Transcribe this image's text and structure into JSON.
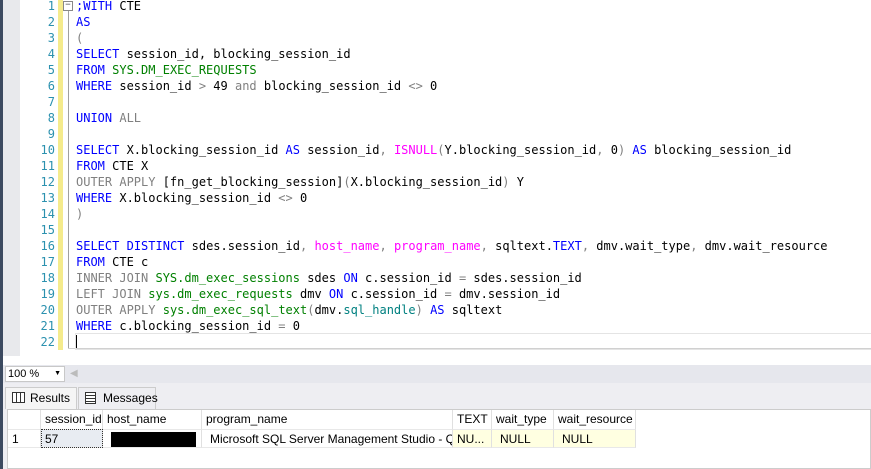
{
  "editor": {
    "lines": [
      [
        [
          "",
          ""
        ],
        [
          ";WITH",
          "kw"
        ],
        [
          " CTE",
          ""
        ]
      ],
      [
        [
          "AS",
          "kw"
        ]
      ],
      [
        [
          "(",
          "gr"
        ]
      ],
      [
        [
          "SELECT",
          "kw"
        ],
        [
          " session_id, blocking_session_id",
          ""
        ]
      ],
      [
        [
          "FROM",
          "kw"
        ],
        [
          " ",
          ""
        ],
        [
          "SYS.DM_EXEC_REQUESTS",
          "sys"
        ]
      ],
      [
        [
          "WHERE",
          "kw"
        ],
        [
          " session_id ",
          ""
        ],
        [
          ">",
          "gr"
        ],
        [
          " 49 ",
          ""
        ],
        [
          "and",
          "gr"
        ],
        [
          " blocking_session_id ",
          ""
        ],
        [
          "<>",
          "gr"
        ],
        [
          " 0",
          ""
        ]
      ],
      [],
      [
        [
          "UNION",
          "kw"
        ],
        [
          " ",
          ""
        ],
        [
          "ALL",
          "gr"
        ]
      ],
      [],
      [
        [
          "SELECT",
          "kw"
        ],
        [
          " X.blocking_session_id ",
          ""
        ],
        [
          "AS",
          "kw"
        ],
        [
          " session_id",
          ""
        ],
        [
          ",",
          "gr"
        ],
        [
          " ",
          ""
        ],
        [
          "ISNULL",
          "fn"
        ],
        [
          "(",
          "gr"
        ],
        [
          "Y.blocking_session_id",
          ""
        ],
        [
          ",",
          "gr"
        ],
        [
          " 0",
          ""
        ],
        [
          ")",
          "gr"
        ],
        [
          " ",
          ""
        ],
        [
          "AS",
          "kw"
        ],
        [
          " blocking_session_id",
          ""
        ]
      ],
      [
        [
          "FROM",
          "kw"
        ],
        [
          " CTE X",
          ""
        ]
      ],
      [
        [
          "OUTER APPLY",
          "gr"
        ],
        [
          " [fn_get_blocking_session]",
          ""
        ],
        [
          "(",
          "gr"
        ],
        [
          "X.blocking_session_id",
          ""
        ],
        [
          ")",
          "gr"
        ],
        [
          " Y",
          ""
        ]
      ],
      [
        [
          "WHERE",
          "kw"
        ],
        [
          " X.blocking_session_id ",
          ""
        ],
        [
          "<>",
          "gr"
        ],
        [
          " 0",
          ""
        ]
      ],
      [
        [
          ")",
          "gr"
        ]
      ],
      [],
      [
        [
          "SELECT",
          "kw"
        ],
        [
          " ",
          ""
        ],
        [
          "DISTINCT",
          "kw"
        ],
        [
          " sdes.session_id",
          ""
        ],
        [
          ",",
          "gr"
        ],
        [
          " ",
          ""
        ],
        [
          "host_name",
          "fn"
        ],
        [
          ",",
          "gr"
        ],
        [
          " ",
          ""
        ],
        [
          "program_name",
          "fn"
        ],
        [
          ",",
          "gr"
        ],
        [
          " sqltext.",
          ""
        ],
        [
          "TEXT",
          "kw"
        ],
        [
          ",",
          "gr"
        ],
        [
          " dmv.wait_type",
          ""
        ],
        [
          ",",
          "gr"
        ],
        [
          " dmv.wait_resource",
          ""
        ]
      ],
      [
        [
          "FROM",
          "kw"
        ],
        [
          " CTE c",
          ""
        ]
      ],
      [
        [
          "INNER JOIN",
          "gr"
        ],
        [
          " ",
          ""
        ],
        [
          "SYS.dm_exec_sessions",
          "sys"
        ],
        [
          " sdes ",
          ""
        ],
        [
          "ON",
          "kw"
        ],
        [
          " c.session_id ",
          ""
        ],
        [
          "=",
          "gr"
        ],
        [
          " sdes.session_id",
          ""
        ]
      ],
      [
        [
          "LEFT JOIN",
          "gr"
        ],
        [
          " ",
          ""
        ],
        [
          "sys.dm_exec_requests",
          "sys"
        ],
        [
          " dmv ",
          ""
        ],
        [
          "ON",
          "kw"
        ],
        [
          " c.session_id ",
          ""
        ],
        [
          "=",
          "gr"
        ],
        [
          " dmv.session_id",
          ""
        ]
      ],
      [
        [
          "OUTER APPLY",
          "gr"
        ],
        [
          " ",
          ""
        ],
        [
          "sys.dm_exec_sql_text",
          "sys"
        ],
        [
          "(",
          "gr"
        ],
        [
          "dmv.",
          ""
        ],
        [
          "sql_handle",
          "tl"
        ],
        [
          ")",
          "gr"
        ],
        [
          " ",
          ""
        ],
        [
          "AS",
          "kw"
        ],
        [
          " sqltext",
          ""
        ]
      ],
      [
        [
          "WHERE",
          "kw"
        ],
        [
          " c.blocking_session_id ",
          ""
        ],
        [
          "=",
          "gr"
        ],
        [
          " 0",
          ""
        ]
      ],
      []
    ]
  },
  "zoom": {
    "value": "100 %"
  },
  "tabs": {
    "results": "Results",
    "messages": "Messages"
  },
  "grid": {
    "columns": [
      "session_id",
      "host_name",
      "program_name",
      "TEXT",
      "wait_type",
      "wait_resource"
    ],
    "rows": [
      {
        "row_number": "1",
        "session_id": "57",
        "host_name": "",
        "program_name": "Microsoft SQL Server Management Studio - Query",
        "TEXT": "NU...",
        "wait_type": "NULL",
        "wait_resource": "NULL"
      }
    ]
  },
  "colors": {
    "keyword": "#0000ff",
    "system": "#008000",
    "function": "#ff00ff",
    "operator": "#808080",
    "line_number": "#2b91af"
  }
}
